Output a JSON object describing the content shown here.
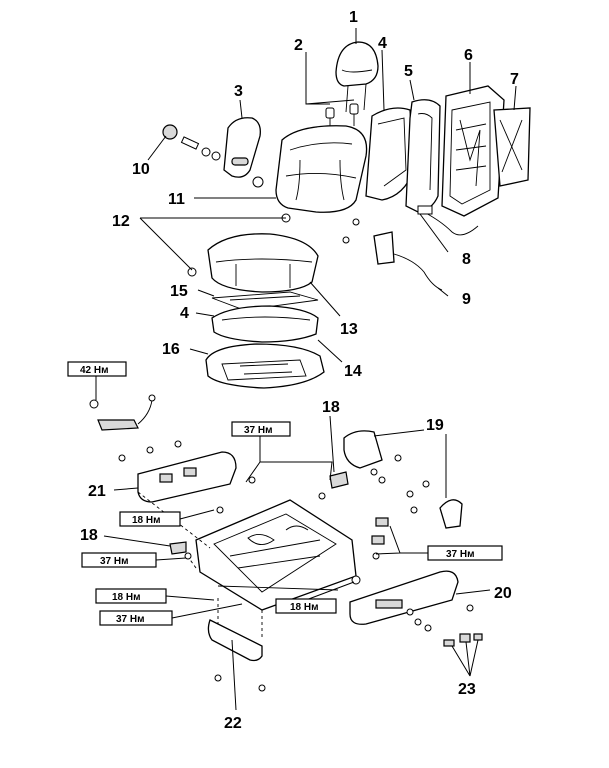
{
  "callouts": [
    {
      "id": "c1",
      "label": "1"
    },
    {
      "id": "c2",
      "label": "2"
    },
    {
      "id": "c3",
      "label": "3"
    },
    {
      "id": "c4a",
      "label": "4"
    },
    {
      "id": "c5",
      "label": "5"
    },
    {
      "id": "c6",
      "label": "6"
    },
    {
      "id": "c7",
      "label": "7"
    },
    {
      "id": "c8",
      "label": "8"
    },
    {
      "id": "c9",
      "label": "9"
    },
    {
      "id": "c10",
      "label": "10"
    },
    {
      "id": "c11",
      "label": "11"
    },
    {
      "id": "c12",
      "label": "12"
    },
    {
      "id": "c13",
      "label": "13"
    },
    {
      "id": "c14",
      "label": "14"
    },
    {
      "id": "c15",
      "label": "15"
    },
    {
      "id": "c4b",
      "label": "4"
    },
    {
      "id": "c16",
      "label": "16"
    },
    {
      "id": "c18a",
      "label": "18"
    },
    {
      "id": "c19",
      "label": "19"
    },
    {
      "id": "c21",
      "label": "21"
    },
    {
      "id": "c18b",
      "label": "18"
    },
    {
      "id": "c20",
      "label": "20"
    },
    {
      "id": "c22",
      "label": "22"
    },
    {
      "id": "c23",
      "label": "23"
    }
  ],
  "torque_specs": [
    {
      "id": "t42",
      "label": "42 Нм"
    },
    {
      "id": "t37a",
      "label": "37 Нм"
    },
    {
      "id": "t18a",
      "label": "18 Нм"
    },
    {
      "id": "t37b",
      "label": "37 Нм"
    },
    {
      "id": "t37c",
      "label": "37 Нм"
    },
    {
      "id": "t18b",
      "label": "18 Нм"
    },
    {
      "id": "t18c",
      "label": "18 Нм"
    },
    {
      "id": "t37d",
      "label": "37 Нм"
    }
  ]
}
